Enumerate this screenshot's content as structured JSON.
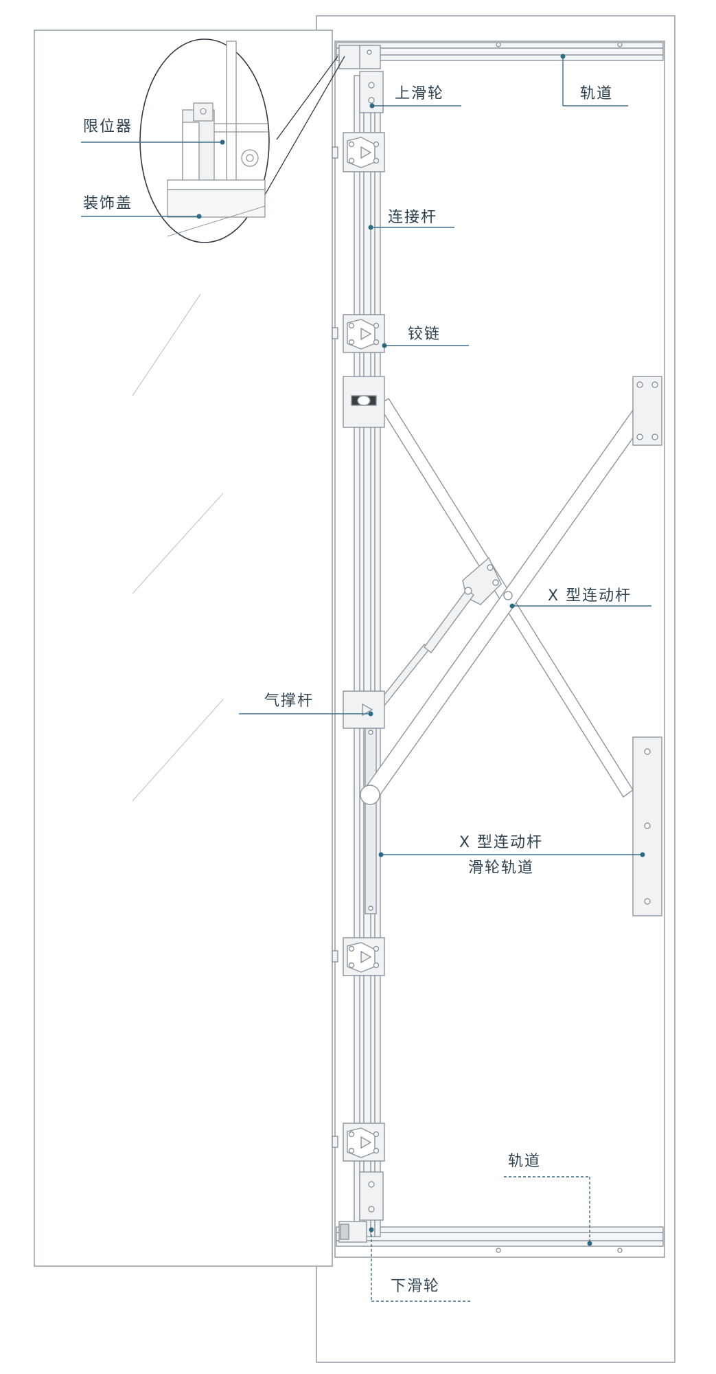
{
  "diagram": {
    "labels": {
      "top_rail": "轨道",
      "upper_pulley": "上滑轮",
      "limiter": "限位器",
      "decor_cover": "装饰盖",
      "connecting_rod": "连接杆",
      "hinge": "铰链",
      "x_link": "X 型连动杆",
      "gas_strut": "气撑杆",
      "x_link_track_line1": "X 型连动杆",
      "x_link_track_line2": "滑轮轨道",
      "bottom_rail": "轨道",
      "lower_pulley": "下滑轮"
    },
    "colors": {
      "line": "#8d959c",
      "leader": "#3f6e8a",
      "dot": "#2c6b86",
      "text": "#2f4250",
      "metal": "#f1f2f3"
    }
  }
}
